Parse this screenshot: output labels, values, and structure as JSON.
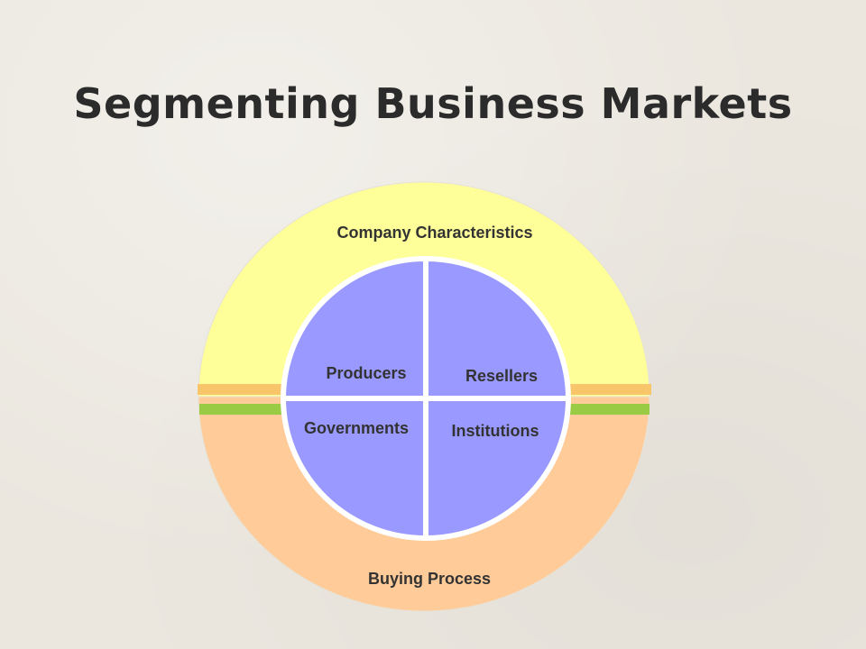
{
  "slide": {
    "title": "Segmenting Business Markets"
  },
  "diagram": {
    "outer_ring": {
      "top_label": "Company Characteristics",
      "bottom_label": "Buying Process"
    },
    "quadrants": {
      "top_left": "Producers",
      "top_right": "Resellers",
      "bottom_left": "Governments",
      "bottom_right": "Institutions"
    },
    "colors": {
      "background": "#ebe7df",
      "upper_ring": "#ffff99",
      "lower_ring": "#ffcc99",
      "orange_band": "#f9c56a",
      "green_band": "#99cc44",
      "quadrant_fill": "#9999ff",
      "divider": "#ffffff"
    }
  }
}
